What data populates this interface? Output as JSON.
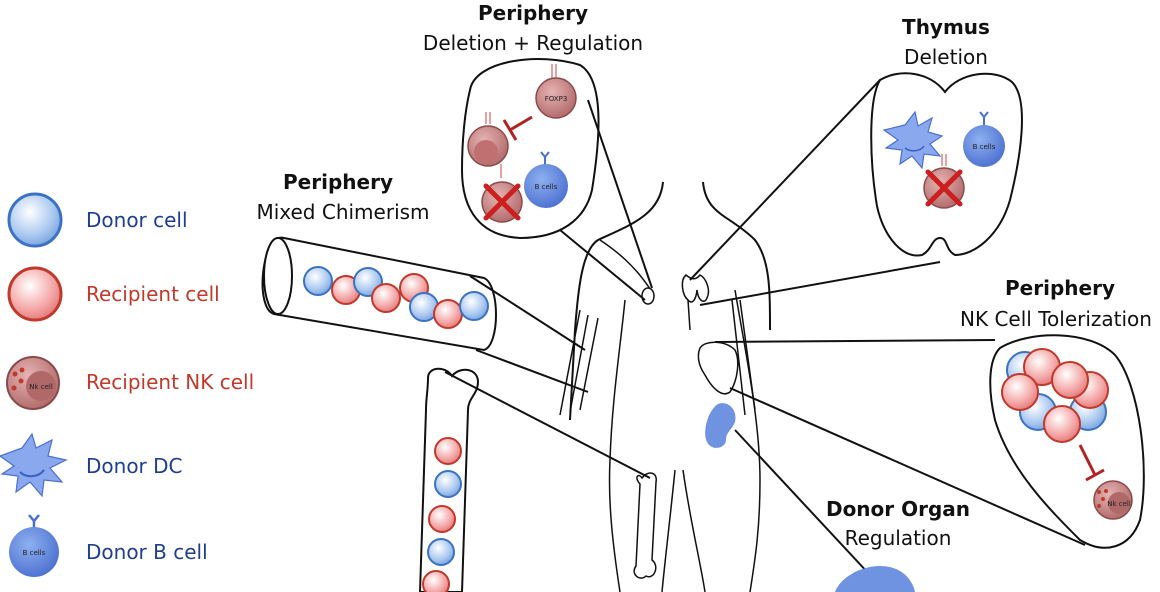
{
  "legend": {
    "donor_cell": "Donor cell",
    "recipient_cell": "Recipient cell",
    "recipient_nk_cell": "Recipient NK cell",
    "donor_dc": "Donor DC",
    "donor_b_cell": "Donor B cell"
  },
  "callouts": {
    "periphery_top": {
      "title": "Periphery",
      "subtitle": "Deletion + Regulation"
    },
    "thymus": {
      "title": "Thymus",
      "subtitle": "Deletion"
    },
    "periphery_left": {
      "title": "Periphery",
      "subtitle": "Mixed Chimerism"
    },
    "periphery_right": {
      "title": "Periphery",
      "subtitle": "NK Cell Tolerization"
    },
    "donor_organ": {
      "title": "Donor Organ",
      "subtitle": "Regulation"
    }
  },
  "cell_labels": {
    "nk_cell": "Nk cell",
    "b_cells": "B cells",
    "foxp3": "FOXP3"
  },
  "colors": {
    "donor_blue": "#a9c8f0",
    "donor_blue_edge": "#3a72c4",
    "recipient_red": "#f4a6a6",
    "recipient_red_edge": "#c0392b",
    "nk_fill": "#c98a8a",
    "dc_blue": "#6f93e0",
    "x_mark": "#cc1f1f"
  }
}
